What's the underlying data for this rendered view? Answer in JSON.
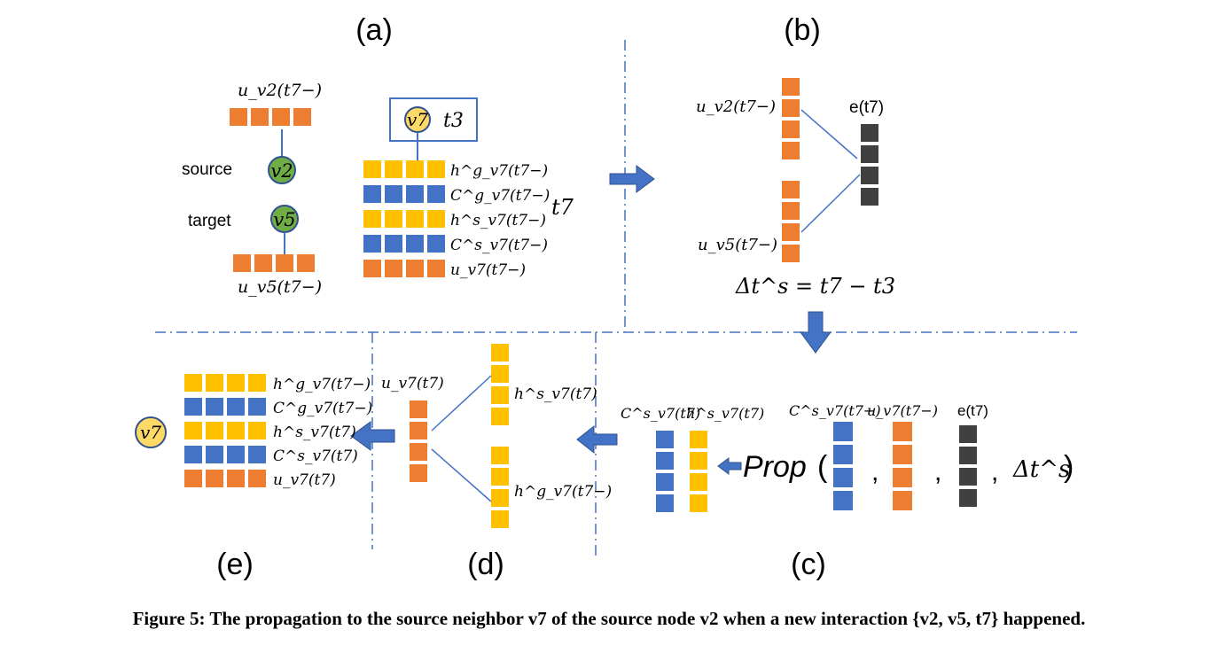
{
  "colors": {
    "orange": "#ED7D31",
    "yellow": "#FFC000",
    "blue": "#4472C4",
    "dark": "#404040",
    "green": "#70AD47",
    "node_yellow": "#FFD966",
    "line": "#4472C4",
    "arrow": "#4472C4"
  },
  "panels": {
    "a": "(a)",
    "b": "(b)",
    "c": "(c)",
    "d": "(d)",
    "e": "(e)"
  },
  "panel_a": {
    "u_v2": "u_v2(t7−)",
    "source": "source",
    "target": "target",
    "node_v2": "v2",
    "node_v5": "v5",
    "u_v5": "u_v5(t7−)",
    "node_v7": "v7",
    "t3": "t3",
    "t7": "t7",
    "rows": [
      {
        "label": "h^g_v7(t7−)",
        "color": "yellow"
      },
      {
        "label": "C^g_v7(t7−)",
        "color": "blue"
      },
      {
        "label": "h^s_v7(t7−)",
        "color": "yellow"
      },
      {
        "label": "C^s_v7(t7−)",
        "color": "blue"
      },
      {
        "label": "u_v7(t7−)",
        "color": "orange"
      }
    ]
  },
  "panel_b": {
    "u_v2": "u_v2(t7−)",
    "u_v5": "u_v5(t7−)",
    "e": "e(t7)",
    "delta": "Δt^s = t7 − t3"
  },
  "panel_c": {
    "out_c": "C^s_v7(t7)",
    "out_h": "h^s_v7(t7)",
    "prop": "Prop",
    "in_c": "C^s_v7(t7−)",
    "in_u": "u_v7(t7−)",
    "in_e": "e(t7)",
    "delta": "Δt^s"
  },
  "panel_d": {
    "u": "u_v7(t7)",
    "h_s": "h^s_v7(t7)",
    "h_g": "h^g_v7(t7−)"
  },
  "panel_e": {
    "node": "v7",
    "rows": [
      {
        "label": "h^g_v7(t7−)",
        "color": "yellow"
      },
      {
        "label": "C^g_v7(t7−)",
        "color": "blue"
      },
      {
        "label": "h^s_v7(t7)",
        "color": "yellow"
      },
      {
        "label": "C^s_v7(t7)",
        "color": "blue"
      },
      {
        "label": "u_v7(t7)",
        "color": "orange"
      }
    ]
  },
  "caption": "Figure 5: The propagation to the source neighbor v7 of the source node v2 when a new interaction {v2, v5, t7} happened."
}
